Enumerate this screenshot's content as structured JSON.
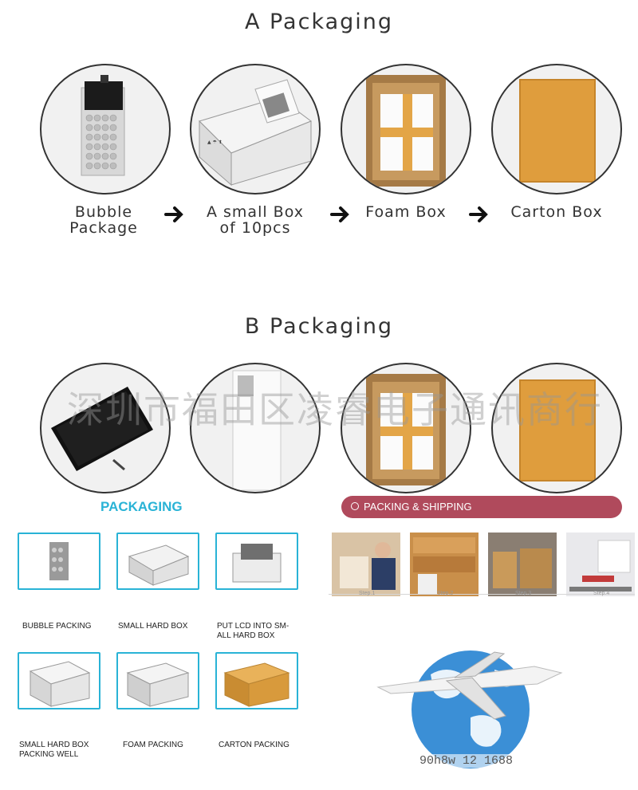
{
  "section_a": {
    "title": "A Packaging",
    "steps": [
      {
        "line1": "Bubble",
        "line2": "Package"
      },
      {
        "line1": "A small Box",
        "line2": "of 10pcs"
      },
      {
        "line1": "Foam Box",
        "line2": ""
      },
      {
        "line1": "Carton Box",
        "line2": ""
      }
    ]
  },
  "section_b": {
    "title": "B Packaging",
    "watermark": "深圳市福田区凌睿电子通讯商行"
  },
  "packaging_panel": {
    "heading": "PACKAGING",
    "items": [
      {
        "line1": "BUBBLE PACKING",
        "line2": ""
      },
      {
        "line1": "SMALL HARD BOX",
        "line2": ""
      },
      {
        "line1": "PUT LCD INTO SM-",
        "line2": "ALL HARD BOX"
      },
      {
        "line1": "SMALL HARD BOX",
        "line2": "PACKING WELL"
      },
      {
        "line1": "FOAM PACKING",
        "line2": ""
      },
      {
        "line1": "CARTON PACKING",
        "line2": ""
      }
    ]
  },
  "shipping_panel": {
    "heading": "PACKING & SHIPPING",
    "steps": [
      "Step.1",
      "Step.2",
      "Step.3",
      "Step.4"
    ],
    "footer_text": "90h8w 12 1688"
  },
  "colors": {
    "accent_blue": "#29b3d6",
    "banner": "#b04a5c",
    "cardboard": "#c99a5a",
    "tape": "#e3a547",
    "carton": "#df9d3d"
  }
}
